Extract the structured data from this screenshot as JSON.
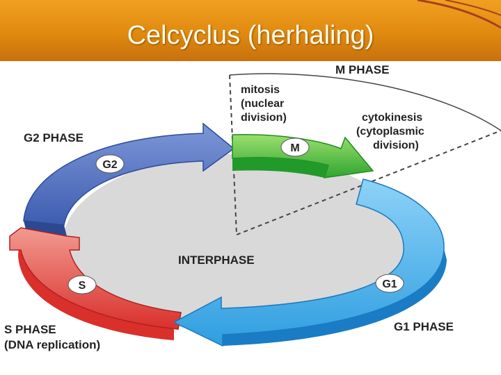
{
  "title": "Celcyclus (herhaling)",
  "diagram": {
    "m_phase_label": "M PHASE",
    "mitosis_label": [
      "mitosis",
      "(nuclear",
      "division)"
    ],
    "cytokinesis_label": [
      "cytokinesis",
      "(cytoplasmic",
      "division)"
    ],
    "g2_phase_label": "G2 PHASE",
    "s_phase_label": [
      "S PHASE",
      "(DNA replication)"
    ],
    "g1_phase_label": "G1 PHASE",
    "interphase_label": "INTERPHASE",
    "m_badge": "M",
    "g2_badge": "G2",
    "s_badge": "S",
    "g1_badge": "G1",
    "colors": {
      "title_bg": "#e08a10",
      "m_phase": "#5cc04a",
      "g1_phase": "#5fb8ee",
      "g2_phase": "#5a78c8",
      "s_phase": "#e65a5a",
      "interphase_bg": "#d9d9d9"
    }
  }
}
